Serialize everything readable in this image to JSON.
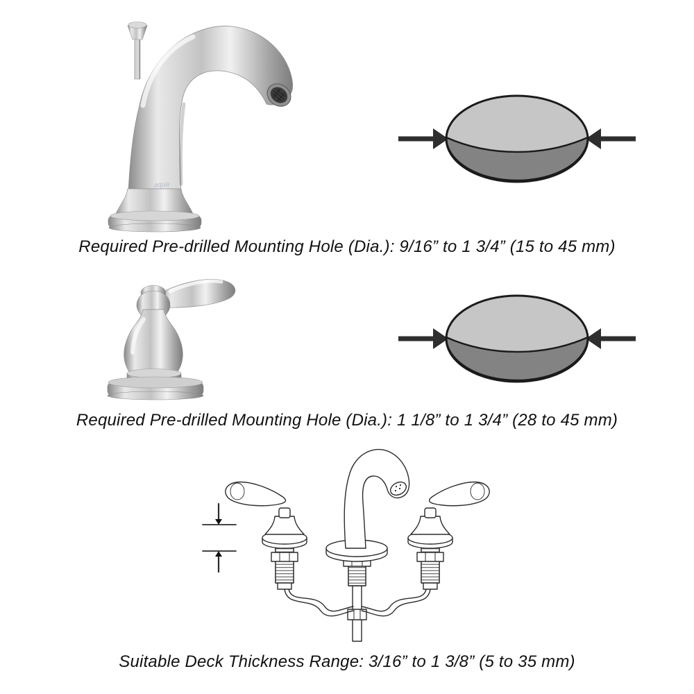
{
  "document": {
    "kind": "faucet installation specification sheet",
    "background": "#ffffff"
  },
  "figures": [
    {
      "name": "spout-mounting-hole",
      "illustration": "faucet-spout-side-view",
      "diagram": "oval-pre-drilled-hole-with-inward-arrows",
      "caption": "Required Pre-drilled Mounting Hole (Dia.): 9/16” to 1 3/4” (15 to 45 mm)"
    },
    {
      "name": "handle-mounting-hole",
      "illustration": "faucet-handle-side-view",
      "diagram": "oval-pre-drilled-hole-with-inward-arrows",
      "caption": "Required Pre-drilled Mounting Hole (Dia.): 1 1/8” to 1 3/4” (28 to 45 mm)"
    },
    {
      "name": "deck-thickness-range",
      "illustration": "widespread-faucet-installation-line-drawing",
      "caption": "Suitable Deck Thickness Range: 3/16” to 1 3/8” (5 to 35 mm)"
    }
  ],
  "brand_mark": "aqua",
  "colors": {
    "hole_top": "#c6c6c6",
    "hole_bottom": "#838383",
    "hole_outline": "#1b1b1b",
    "arrow": "#2e2e2e",
    "caption_text": "#111111",
    "line_art": "#2b2b2b",
    "metal_light": "#ececec",
    "metal_dark": "#858585"
  }
}
